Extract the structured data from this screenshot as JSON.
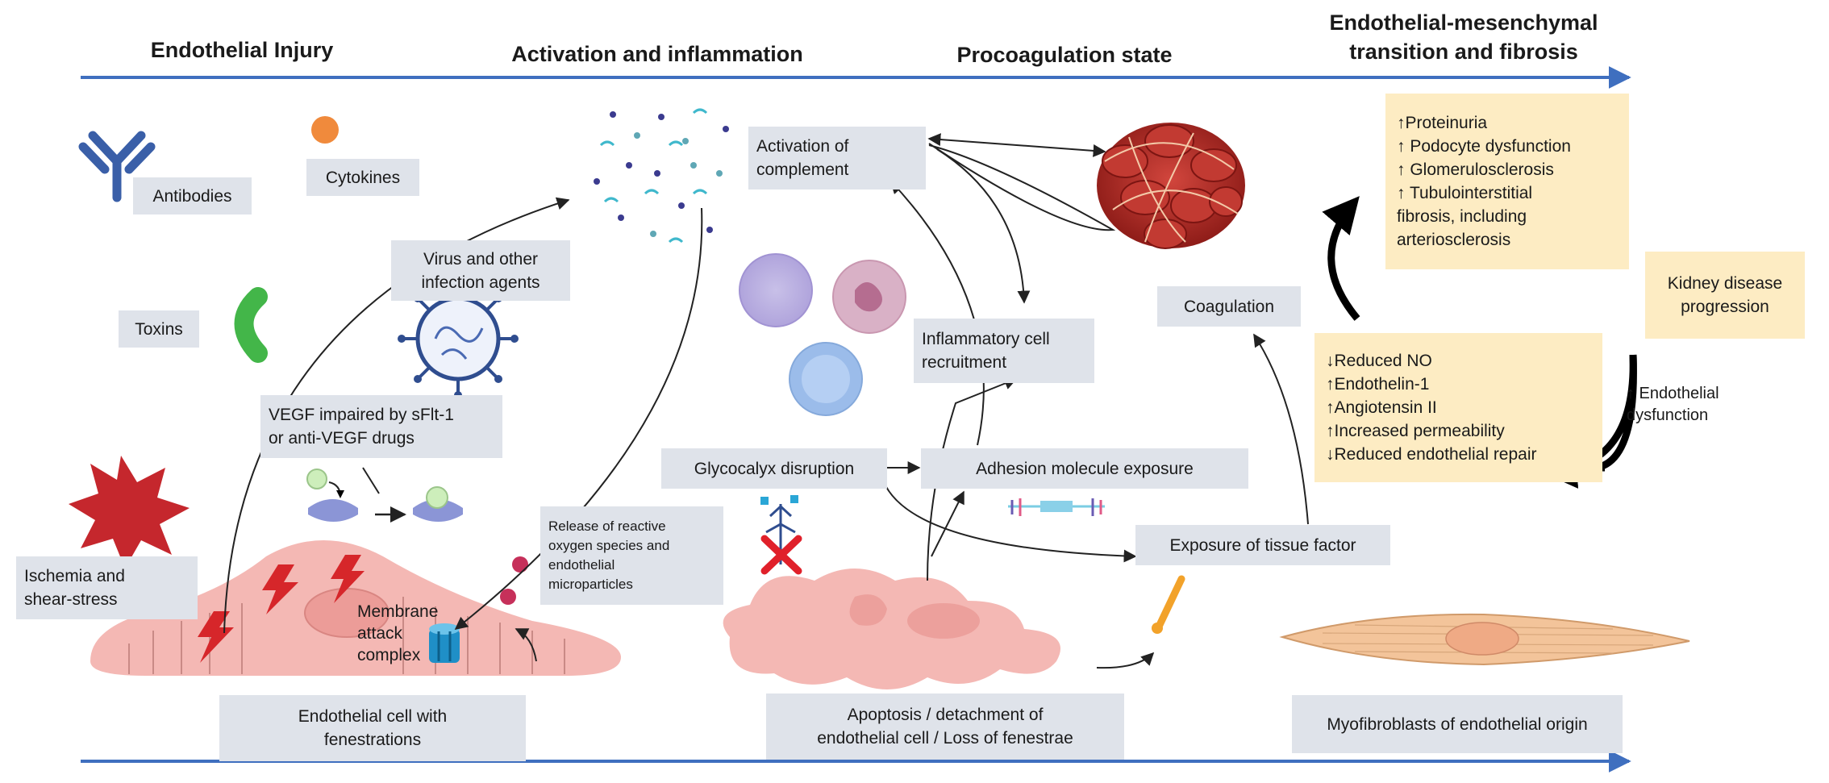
{
  "headers": {
    "injury": "Endothelial Injury",
    "activation": "Activation and inflammation",
    "procoagulation": "Procoagulation state",
    "emt_line1": "Endothelial-mesenchymal",
    "emt_line2": "transition and fibrosis"
  },
  "labels": {
    "antibodies": "Antibodies",
    "cytokines": "Cytokines",
    "toxins": "Toxins",
    "virus_line1": "Virus and other",
    "virus_line2": "infection agents",
    "vegf_line1": "VEGF impaired by sFlt-1",
    "vegf_line2": "or anti-VEGF drugs",
    "ischemia_line1": "Ischemia and",
    "ischemia_line2": "shear-stress",
    "mac_line1": "Membrane",
    "mac_line2": "attack",
    "mac_line3": "complex",
    "endo_cell_line1": "Endothelial cell with",
    "endo_cell_line2": "fenestrations",
    "ros_line1": "Release of reactive",
    "ros_line2": "oxygen species and",
    "ros_line3": "endothelial",
    "ros_line4": "microparticles",
    "complement_line1": "Activation of",
    "complement_line2": "complement",
    "inflam_line1": "Inflammatory cell",
    "inflam_line2": "recruitment",
    "glycocalyx": "Glycocalyx disruption",
    "adhesion": "Adhesion molecule exposure",
    "coagulation": "Coagulation",
    "tissue_factor": "Exposure of tissue factor",
    "apoptosis_line1": "Apoptosis / detachment of",
    "apoptosis_line2": "endothelial cell / Loss of fenestrae",
    "myofibroblast": "Myofibroblasts of endothelial origin",
    "kidney_line1": "Kidney disease",
    "kidney_line2": "progression",
    "endo_dys_line1": "↑ Endothelial",
    "endo_dys_line2": "dysfunction"
  },
  "outcomes_top": [
    "↑Proteinuria",
    "↑ Podocyte dysfunction",
    "↑ Glomerulosclerosis",
    "↑ Tubulointerstitial",
    "fibrosis, including",
    "arteriosclerosis"
  ],
  "outcomes_bottom": [
    "↓Reduced NO",
    "↑Endothelin-1",
    "↑Angiotensin II",
    "↑Increased permeability",
    "↓Reduced endothelial repair"
  ],
  "colors": {
    "timeline": "#3f6fbf",
    "box_grey": "#dfe3ea",
    "box_yellow": "#fdecc3",
    "cell_pink": "#f4b8b4",
    "lightning": "#d6262a",
    "antibody": "#3a5fa8",
    "toxin": "#43b649",
    "cytokine": "#f08a3c",
    "clot_red": "#a3231f",
    "myofibroblast": "#f3c49a"
  },
  "icons": [
    "antibody-icon",
    "cytokine-icon",
    "toxin-icon",
    "virus-icon",
    "ischemia-star-icon",
    "lightning-icon",
    "mac-pore-icon",
    "vegf-receptor-icon",
    "particle-cloud-icon",
    "leukocyte-icon",
    "blood-clot-icon",
    "myofibroblast-icon",
    "tissue-factor-icon"
  ]
}
